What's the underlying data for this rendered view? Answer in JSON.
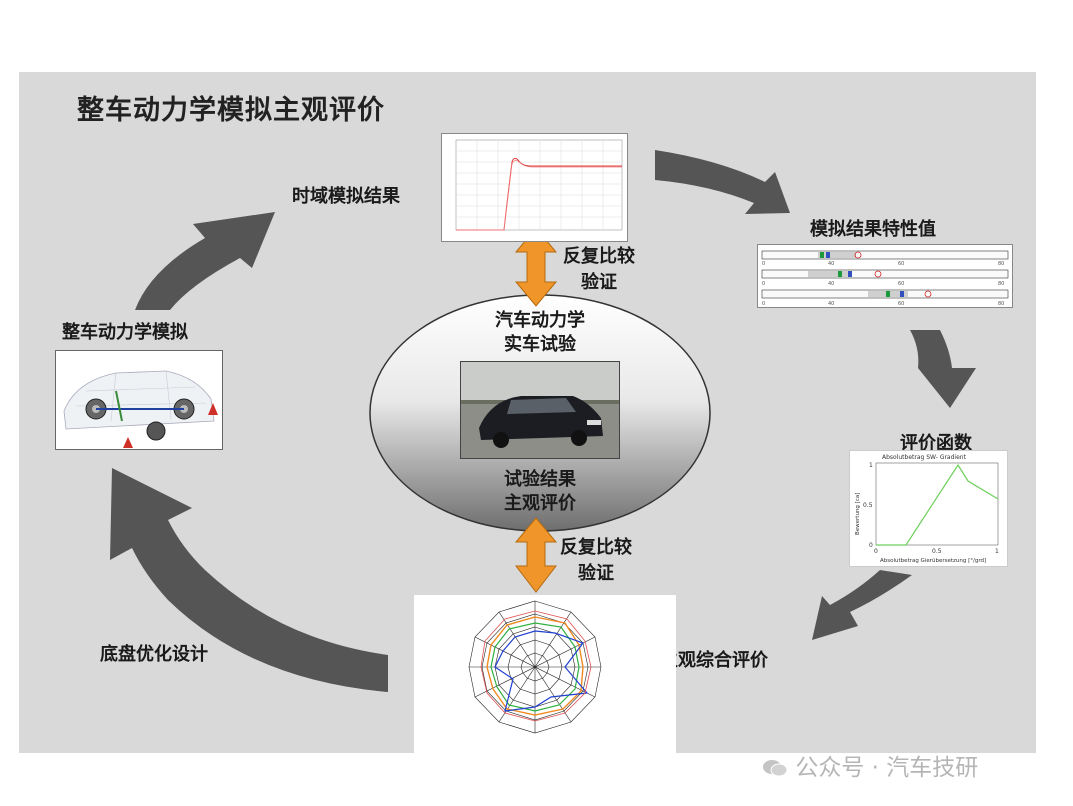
{
  "title": "整车动力学模拟主观评价",
  "labels": {
    "time_domain": "时域模拟结果",
    "characteristic_values": "模拟结果特性值",
    "evaluation_function": "评价函数",
    "subjective_overall": "主观综合评价",
    "chassis_design": "底盘优化设计",
    "vehicle_simulation": "整车动力学模拟"
  },
  "compare_top": [
    "反复比较",
    "验证"
  ],
  "compare_bottom": [
    "反复比较",
    "验证"
  ],
  "center": {
    "top": [
      "汽车动力学",
      "实车试验"
    ],
    "bottom": [
      "试验结果",
      "主观评价"
    ]
  },
  "eval_chart": {
    "title": "Absolutbetrag SW- Gradient",
    "xlabel": "Absolutbetrag Gierübersetzung [°/grd]",
    "ylabel": "Bewertung [ca]",
    "ytick_top": "1",
    "ytick_mid": "0.5",
    "ytick_bot": "0",
    "xtick_left": "0",
    "xtick_mid": "0.5",
    "xtick_right": "1"
  },
  "colors": {
    "arrow": "#555555",
    "orange": "#f0952a",
    "slide_bg": "#d9d9d9"
  },
  "watermark": "公众号 · 汽车技研"
}
